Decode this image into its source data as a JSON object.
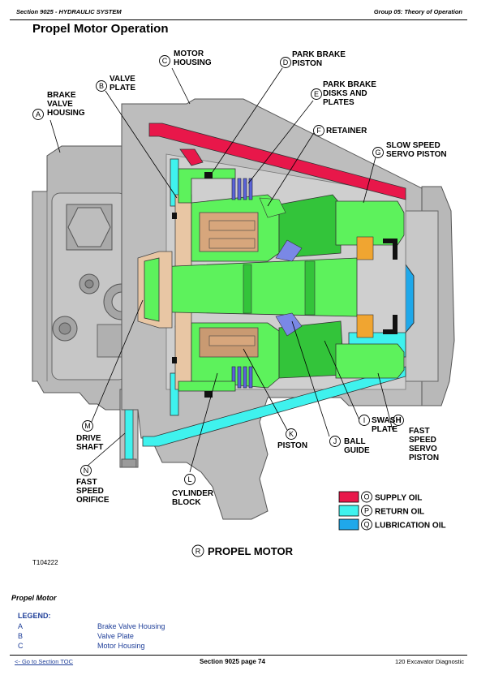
{
  "header": {
    "left": "Section 9025 - HYDRAULIC SYSTEM",
    "right": "Group 05: Theory of Operation"
  },
  "title": "Propel Motor Operation",
  "callouts": {
    "A": {
      "letter": "A",
      "lines": [
        "BRAKE",
        "VALVE",
        "HOUSING"
      ]
    },
    "B": {
      "letter": "B",
      "lines": [
        "VALVE",
        "PLATE"
      ]
    },
    "C": {
      "letter": "C",
      "lines": [
        "MOTOR",
        "HOUSING"
      ]
    },
    "D": {
      "letter": "D",
      "lines": [
        "PARK BRAKE",
        "PISTON"
      ]
    },
    "E": {
      "letter": "E",
      "lines": [
        "PARK BRAKE",
        "DISKS AND",
        "PLATES"
      ]
    },
    "F": {
      "letter": "F",
      "lines": [
        "RETAINER"
      ]
    },
    "G": {
      "letter": "G",
      "lines": [
        "SLOW SPEED",
        "SERVO PISTON"
      ]
    },
    "H": {
      "letter": "H",
      "lines": [
        "FAST",
        "SPEED",
        "SERVO",
        "PISTON"
      ]
    },
    "I": {
      "letter": "I",
      "lines": [
        "SWASH",
        "PLATE"
      ]
    },
    "J": {
      "letter": "J",
      "lines": [
        "BALL",
        "GUIDE"
      ]
    },
    "K": {
      "letter": "K",
      "lines": [
        "PISTON"
      ]
    },
    "L": {
      "letter": "L",
      "lines": [
        "CYLINDER",
        "BLOCK"
      ]
    },
    "M": {
      "letter": "M",
      "lines": [
        "DRIVE",
        "SHAFT"
      ]
    },
    "N": {
      "letter": "N",
      "lines": [
        "FAST",
        "SPEED",
        "ORIFICE"
      ]
    }
  },
  "oil_legend": [
    {
      "letter": "O",
      "label": "SUPPLY OIL",
      "color": "#e8174a"
    },
    {
      "letter": "P",
      "label": "RETURN OIL",
      "color": "#3ff2ee"
    },
    {
      "letter": "Q",
      "label": "LUBRICATION OIL",
      "color": "#1fa8ea"
    }
  ],
  "figure_caption": {
    "letter": "R",
    "label": "PROPEL MOTOR"
  },
  "figure_id": "T104222",
  "section_title": "Propel Motor",
  "legend_heading": "LEGEND:",
  "legend": [
    {
      "key": "A",
      "value": "Brake Valve Housing"
    },
    {
      "key": "B",
      "value": "Valve Plate"
    },
    {
      "key": "C",
      "value": "Motor Housing"
    }
  ],
  "footer": {
    "left": "<- Go to Section TOC",
    "center": "Section 9025 page 74",
    "right": "120 Excavator Diagnostic"
  },
  "colors": {
    "housing": "#bfbfbf",
    "housing_dark": "#a8a8a8",
    "green": "#5df25c",
    "green_dark": "#33c43a",
    "tan": "#d7a67c",
    "tan_light": "#e8c6a4",
    "blue_part": "#5a63d8",
    "orange": "#f0a531"
  }
}
